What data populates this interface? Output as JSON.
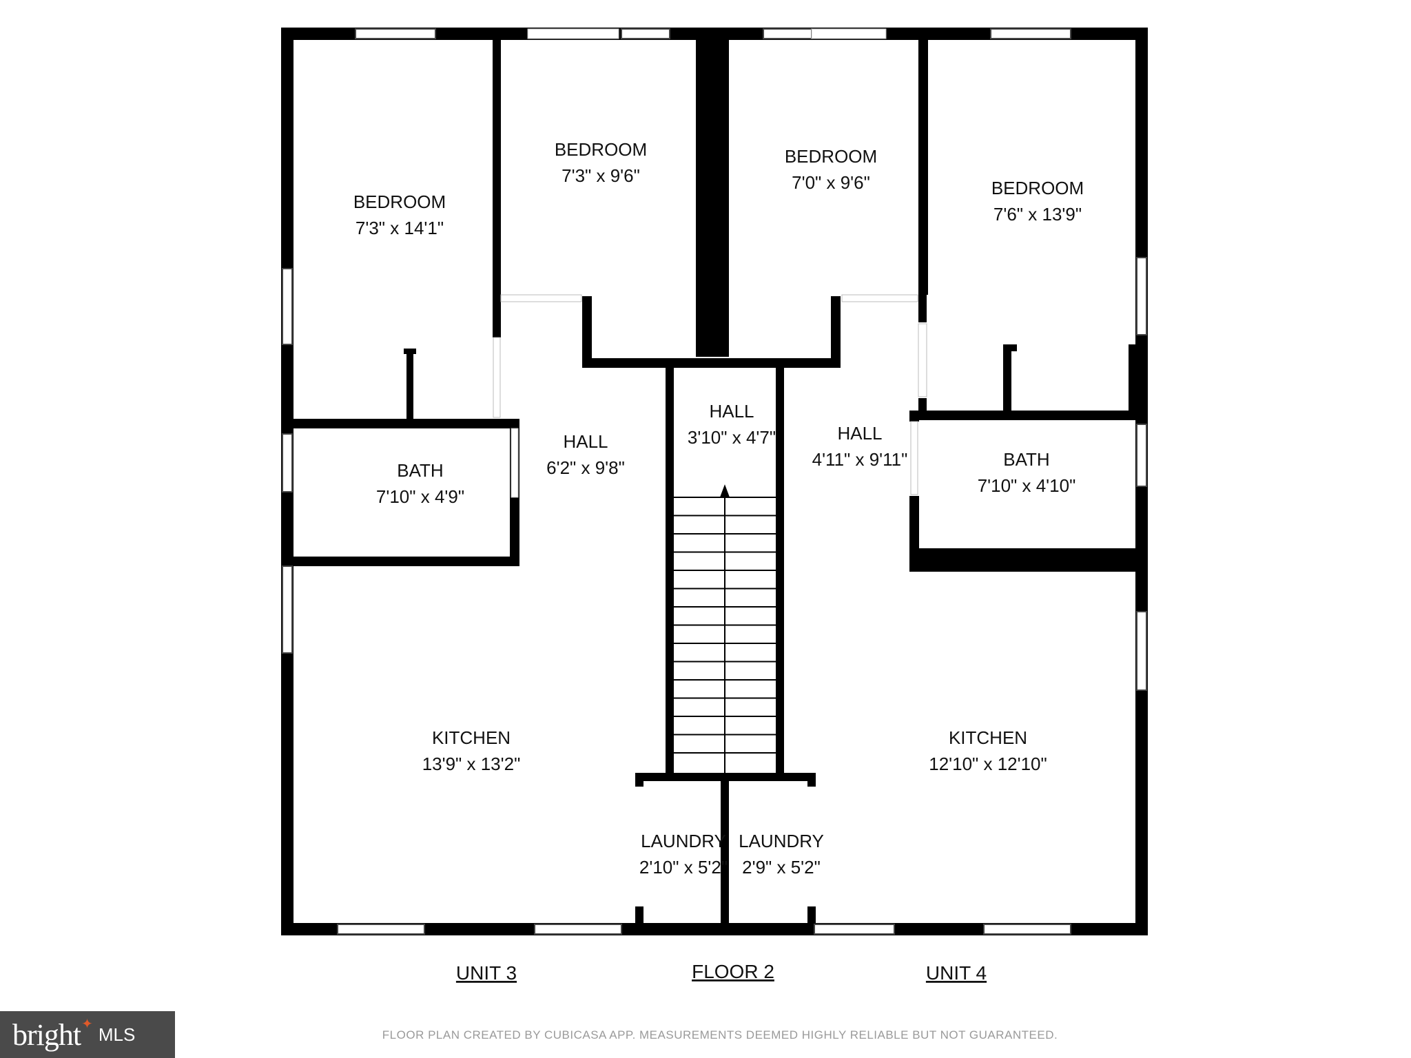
{
  "rooms": {
    "bedroom_1": {
      "name": "BEDROOM",
      "dim": "7'3\" x 14'1\""
    },
    "bedroom_2": {
      "name": "BEDROOM",
      "dim": "7'3\" x 9'6\""
    },
    "bedroom_3": {
      "name": "BEDROOM",
      "dim": "7'0\" x 9'6\""
    },
    "bedroom_4": {
      "name": "BEDROOM",
      "dim": "7'6\" x 13'9\""
    },
    "hall_left": {
      "name": "HALL",
      "dim": "6'2\" x 9'8\""
    },
    "hall_center": {
      "name": "HALL",
      "dim": "3'10\" x 4'7\""
    },
    "hall_right": {
      "name": "HALL",
      "dim": "4'11\" x 9'11\""
    },
    "bath_left": {
      "name": "BATH",
      "dim": "7'10\" x 4'9\""
    },
    "bath_right": {
      "name": "BATH",
      "dim": "7'10\" x 4'10\""
    },
    "kitchen_left": {
      "name": "KITCHEN",
      "dim": "13'9\" x 13'2\""
    },
    "kitchen_right": {
      "name": "KITCHEN",
      "dim": "12'10\" x 12'10\""
    },
    "laundry_left": {
      "name": "LAUNDRY",
      "dim": "2'10\" x 5'2\""
    },
    "laundry_right": {
      "name": "LAUNDRY",
      "dim": "2'9\" x 5'2\""
    }
  },
  "labels": {
    "unit_3": "UNIT 3",
    "floor": "FLOOR 2",
    "unit_4": "UNIT 4"
  },
  "footer": {
    "note": "FLOOR PLAN CREATED BY CUBICASA APP. MEASUREMENTS DEEMED HIGHLY RELIABLE BUT NOT GUARANTEED."
  },
  "logo": {
    "brand": "bright",
    "suffix": "MLS"
  },
  "colors": {
    "wall": "#000000",
    "background": "#ffffff",
    "window_frame": "#444444",
    "footer_text": "#9a9a9a",
    "logo_bg": "#4a4a4a",
    "logo_accent": "#e05a2a"
  }
}
